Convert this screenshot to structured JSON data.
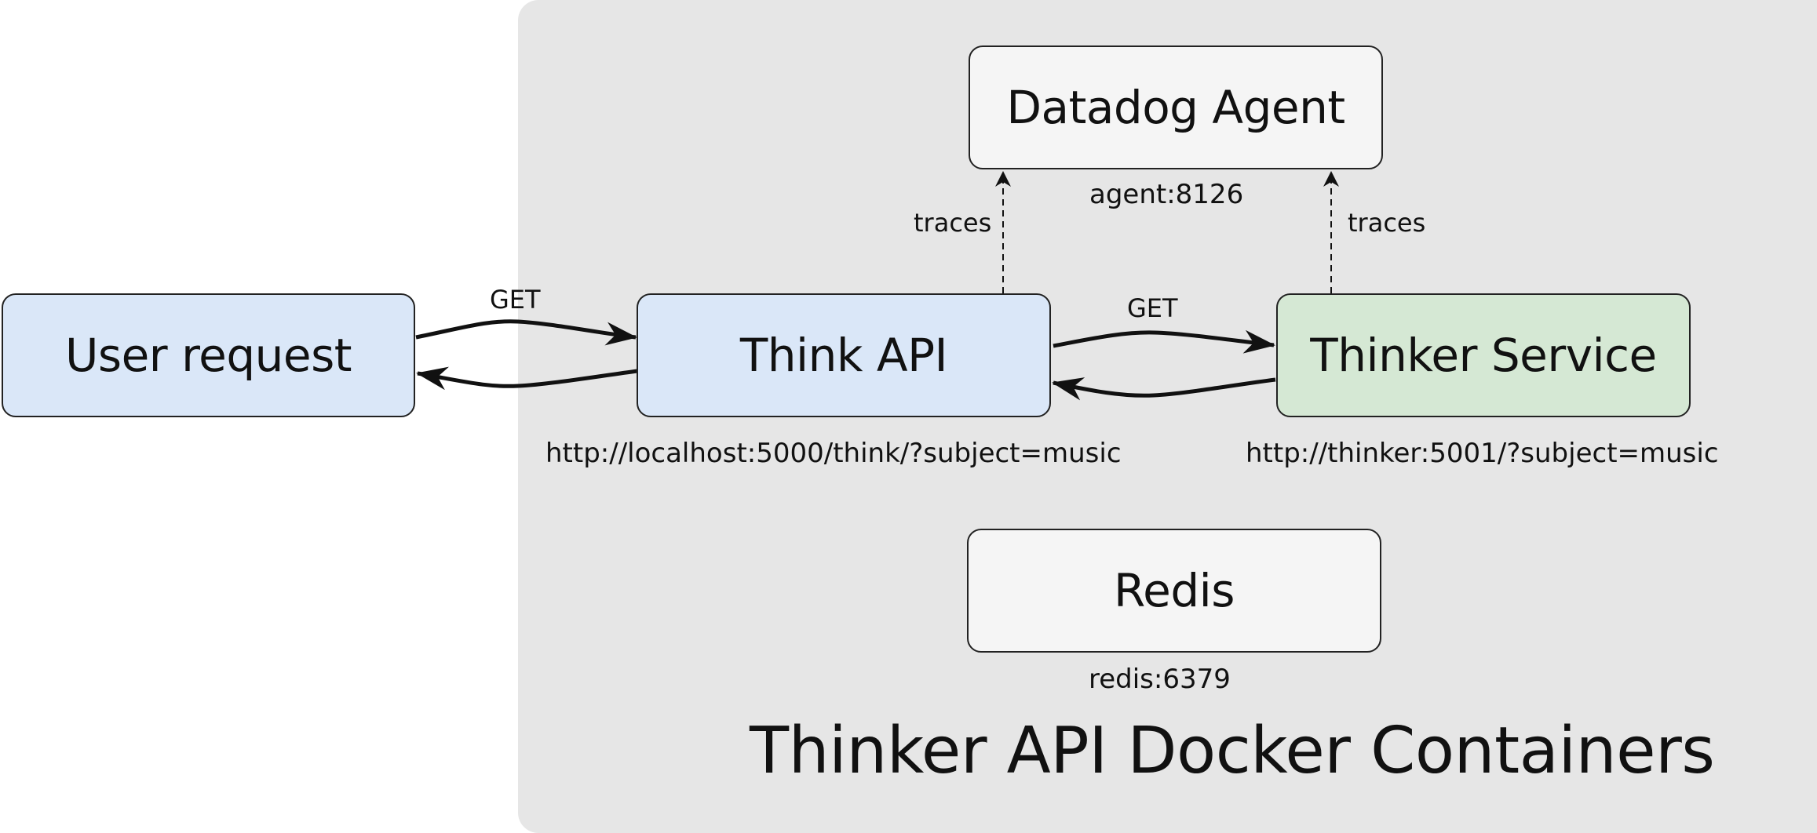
{
  "diagram": {
    "nodes": {
      "user_request": "User request",
      "think_api": "Think API",
      "thinker_service": "Thinker Service",
      "datadog_agent": "Datadog Agent",
      "redis": "Redis"
    },
    "labels": {
      "agent_address": "agent:8126",
      "redis_address": "redis:6379",
      "think_api_url": "http://localhost:5000/think/?subject=music",
      "thinker_url": "http://thinker:5001/?subject=music",
      "get_user_to_api": "GET",
      "get_api_to_thinker": "GET",
      "traces_api": "traces",
      "traces_thinker": "traces"
    },
    "container_title": "Thinker API Docker Containers"
  }
}
